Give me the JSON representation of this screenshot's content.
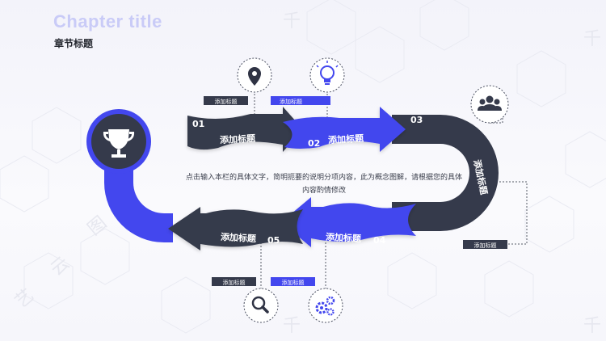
{
  "header": {
    "title_en": "Chapter title",
    "title_cn": "章节标题"
  },
  "watermark": {
    "ch1": "艺",
    "ch2": "云",
    "ch3": "图",
    "ch4": "千"
  },
  "center_text": "点击输入本栏的具体文字，简明扼要的说明分项内容，此为概念图解，请根据您的具体内容酌情修改",
  "steps": [
    {
      "number": "01",
      "title": "添加标题",
      "tag": "添加标题",
      "icon": "location-pin-icon"
    },
    {
      "number": "02",
      "title": "添加标题",
      "tag": "添加标题",
      "icon": "lightbulb-icon"
    },
    {
      "number": "03",
      "title": "添加标题",
      "tag": "添加标题",
      "icon": "users-icon"
    },
    {
      "number": "04",
      "title": "添加标题",
      "tag": "添加标题",
      "icon": "gears-icon"
    },
    {
      "number": "05",
      "title": "添加标题",
      "tag": "添加标题",
      "icon": "search-icon"
    }
  ],
  "start_icon": "trophy-icon",
  "colors": {
    "navy": "#353a4b",
    "blue": "#4347ee",
    "tag_dark": "#353a4b",
    "tag_blue": "#4347ee",
    "background": "#f7f7fb"
  }
}
